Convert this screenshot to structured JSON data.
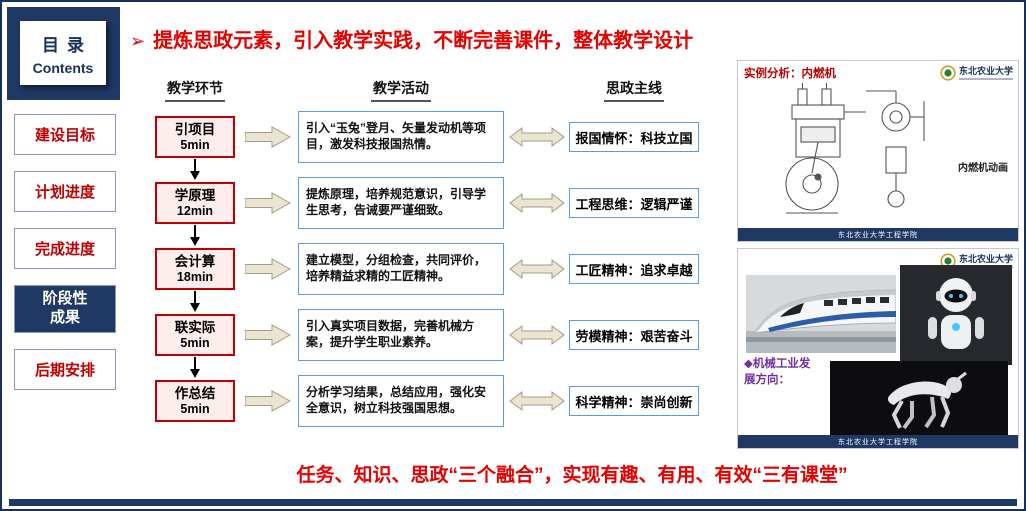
{
  "sidebar": {
    "title_cn": "目录",
    "title_en": "Contents",
    "items": [
      {
        "label": "建设目标",
        "active": false
      },
      {
        "label": "计划进度",
        "active": false
      },
      {
        "label": "完成进度",
        "active": false
      },
      {
        "label": "阶段性成果",
        "active": true
      },
      {
        "label": "后期安排",
        "active": false
      }
    ]
  },
  "header": {
    "bullet": "➢",
    "title": "提炼思政元素，引入教学实践，不断完善课件，整体教学设计"
  },
  "diagram": {
    "columns": [
      "教学环节",
      "教学活动",
      "思政主线"
    ],
    "rows": [
      {
        "stage": {
          "name": "引项目",
          "time": "5min"
        },
        "activity": "引入“玉兔”登月、矢量发动机等项目，激发科技报国热情。",
        "theme": "报国情怀：科技立国"
      },
      {
        "stage": {
          "name": "学原理",
          "time": "12min"
        },
        "activity": "提炼原理，培养规范意识，引导学生思考，告诫要严谨细致。",
        "theme": "工程思维：逻辑严谨"
      },
      {
        "stage": {
          "name": "会计算",
          "time": "18min"
        },
        "activity": "建立模型，分组检查，共同评价，培养精益求精的工匠精神。",
        "theme": "工匠精神：追求卓越"
      },
      {
        "stage": {
          "name": "联实际",
          "time": "5min"
        },
        "activity": "引入真实项目数据，完善机械方案，提升学生职业素养。",
        "theme": "劳模精神：艰苦奋斗"
      },
      {
        "stage": {
          "name": "作总结",
          "time": "5min"
        },
        "activity": "分析学习结果，总结应用，强化安全意识，树立科技强国思想。",
        "theme": "科学精神：崇尚创新"
      }
    ]
  },
  "right_panel": {
    "top": {
      "label": "实例分析：内燃机",
      "caption": "内燃机动画",
      "logo_text": "东北农业大学",
      "footer": "东北农业大学工程学院"
    },
    "bottom": {
      "label": "◆机械工业发展方向：",
      "logo_text": "东北农业大学",
      "footer": "东北农业大学工程学院"
    }
  },
  "footer": {
    "tagline": "任务、知识、思政“三个融合”，实现有趣、有用、有效“三有课堂”"
  }
}
